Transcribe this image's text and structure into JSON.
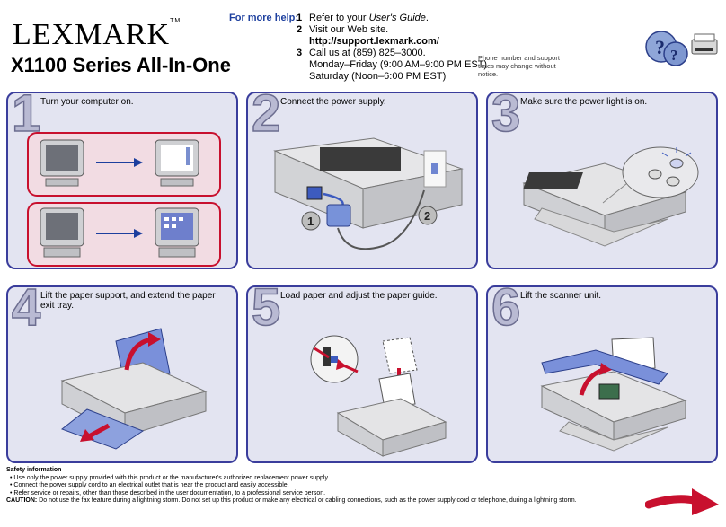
{
  "brand": {
    "logo": "LEXMARK",
    "trademark": "TM"
  },
  "product_title": "X1100 Series All-In-One",
  "help": {
    "label": "For more help:",
    "items": [
      {
        "num": "1",
        "pre": "Refer to your ",
        "em": "User's Guide",
        "post": "."
      },
      {
        "num": "2",
        "line1": "Visit our Web site.",
        "url": "http://support.lexmark.com",
        "url_suffix": "/"
      },
      {
        "num": "3",
        "line1": "Call us at (859) 825–3000.",
        "line2": "Monday–Friday (9:00 AM–9:00 PM EST)",
        "line3": "Saturday (Noon–6:00 PM EST)"
      }
    ],
    "phone_note": "Phone number and support times may change without notice."
  },
  "steps": [
    {
      "num": "1",
      "text": "Turn your computer on."
    },
    {
      "num": "2",
      "text": "Connect the power supply.",
      "callouts": [
        "1",
        "2"
      ]
    },
    {
      "num": "3",
      "text": "Make sure the power light is on."
    },
    {
      "num": "4",
      "text": "Lift the paper support, and extend the paper exit tray."
    },
    {
      "num": "5",
      "text": "Load paper and adjust the paper guide."
    },
    {
      "num": "6",
      "text": "Lift the scanner unit."
    }
  ],
  "safety": {
    "heading": "Safety information",
    "bullets": [
      "Use only the power supply provided with this product or the manufacturer's authorized replacement power supply.",
      "Connect the power supply cord to an electrical outlet that is near the product and easily accessible.",
      "Refer service or repairs, other than those described in the user documentation, to a professional service person."
    ],
    "caution_label": "CAUTION:",
    "caution_text": "Do not use the fax feature during a lightning storm. Do not set up this product or make any electrical or cabling connections, such as the power supply cord or telephone, during a lightning storm."
  },
  "colors": {
    "panel_border": "#3a3d9c",
    "panel_fill": "#e3e4f1",
    "accent_red": "#c8102e",
    "help_blue": "#1d3f9e"
  },
  "icons": {
    "help": "question-marks-icon",
    "next": "next-page-arrow-icon"
  }
}
